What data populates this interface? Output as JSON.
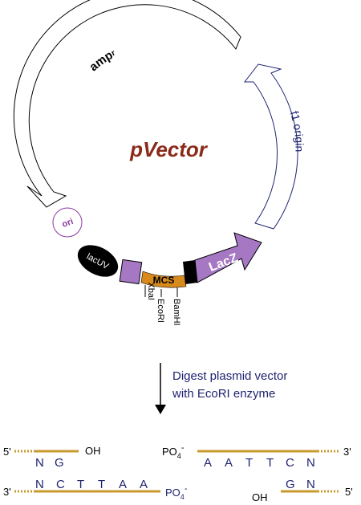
{
  "plasmid": {
    "name": "pVector",
    "amp_label": "amp",
    "amp_superscript": "r",
    "f1_label": "f1 origin",
    "ori_label": "ori",
    "lacuv_label": "lacUV",
    "mcs_label": "MCS",
    "lacz_label": "LacZ",
    "sites": [
      "XbaI",
      "EcoRI",
      "BamHI"
    ]
  },
  "step": {
    "line1": "Digest plasmid vector",
    "line2": "with EcoRI enzyme"
  },
  "fragments": {
    "left_top_end": "5'",
    "left_top_seq": [
      "N",
      "G"
    ],
    "left_top_group": "OH",
    "left_bottom_end": "3'",
    "left_bottom_seq": [
      "N",
      "C",
      "T",
      "T",
      "A",
      "A"
    ],
    "left_bottom_group": "PO",
    "left_bottom_group_sub": "4",
    "left_bottom_group_sup": "-",
    "right_top_group": "PO",
    "right_top_group_sub": "4",
    "right_top_group_sup": "-",
    "right_top_seq": [
      "A",
      "A",
      "T",
      "T",
      "C",
      "N"
    ],
    "right_top_end": "3'",
    "right_bottom_group": "OH",
    "right_bottom_seq": [
      "G",
      "N"
    ],
    "right_bottom_end": "5'"
  },
  "colors": {
    "plasmid_name": "#8b2a1a",
    "navy": "#1e2370",
    "gold": "#c99a2e",
    "purple": "#a678c4",
    "mcs_orange": "#d88a1c",
    "ori_purple": "#8a3aa0",
    "black": "#000000"
  }
}
